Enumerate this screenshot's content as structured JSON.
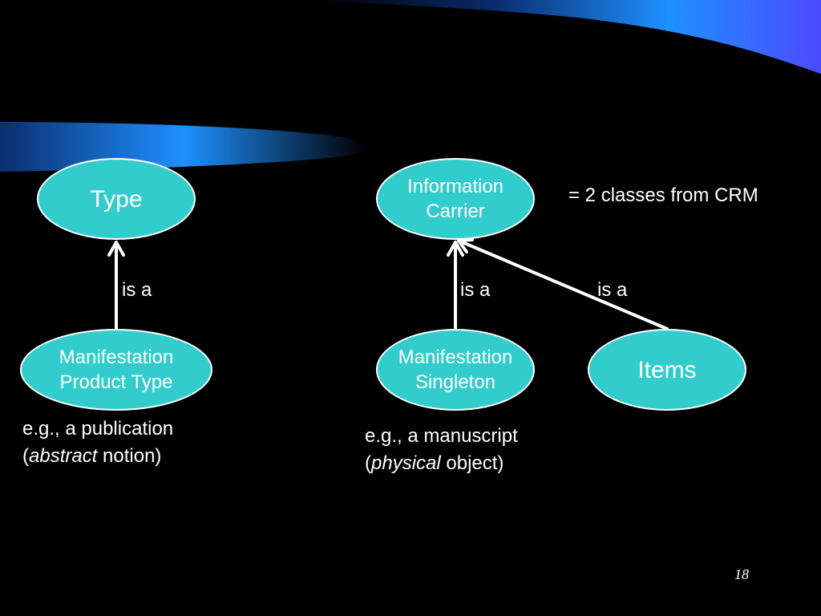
{
  "colors": {
    "background": "#000000",
    "node_fill": "#33cccc",
    "node_border": "#ffffff",
    "text": "#ffffff",
    "accent_blue": "#1e90ff"
  },
  "nodes": {
    "type": "Type",
    "information_carrier": [
      "Information",
      "Carrier"
    ],
    "manifestation_product_type": [
      "Manifestation",
      "Product Type"
    ],
    "manifestation_singleton": [
      "Manifestation",
      "Singleton"
    ],
    "items": "Items"
  },
  "edges": {
    "left_label": "is a",
    "middle_label": "is a",
    "right_label": "is a"
  },
  "legend_note": "= 2 classes from CRM",
  "examples": {
    "left": {
      "line1": "e.g., a publication",
      "open": "(",
      "emph": "abstract",
      "rest": " notion)"
    },
    "right": {
      "line1": "e.g., a manuscript",
      "open": "(",
      "emph": "physical",
      "rest": " object)"
    }
  },
  "page_number": "18"
}
